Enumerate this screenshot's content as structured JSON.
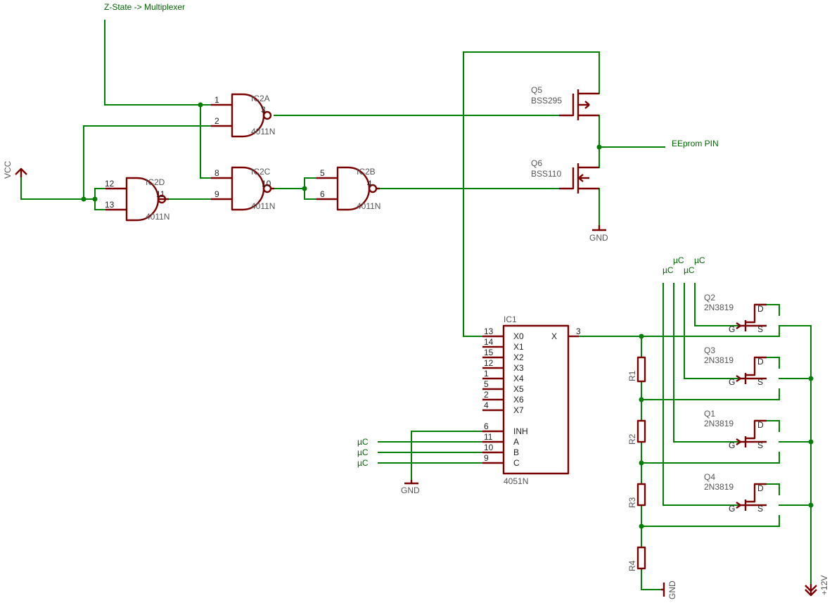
{
  "colors": {
    "wire": "#008000",
    "component": "#7a0000",
    "name": "#555555",
    "pin": "#222222",
    "background": "#ffffff"
  },
  "nets": {
    "z_state": "Z-State -> Multiplexer",
    "vcc": "VCC",
    "eeprom": "EEprom PIN",
    "gnd": "GND",
    "v12": "+12V",
    "uc": "µC"
  },
  "gates": [
    {
      "name": "IC2A",
      "value": "4011N",
      "pin_a": "1",
      "pin_b": "2",
      "pin_out": "3"
    },
    {
      "name": "IC2B",
      "value": "4011N",
      "pin_a": "5",
      "pin_b": "6",
      "pin_out": "4"
    },
    {
      "name": "IC2C",
      "value": "4011N",
      "pin_a": "8",
      "pin_b": "9",
      "pin_out": "10"
    },
    {
      "name": "IC2D",
      "value": "4011N",
      "pin_a": "12",
      "pin_b": "13",
      "pin_out": "11"
    }
  ],
  "mosfets": [
    {
      "name": "Q5",
      "value": "BSS295"
    },
    {
      "name": "Q6",
      "value": "BSS110"
    }
  ],
  "mux": {
    "name": "IC1",
    "value": "4051N",
    "pins": [
      {
        "num": "13",
        "label": "X0"
      },
      {
        "num": "14",
        "label": "X1"
      },
      {
        "num": "15",
        "label": "X2"
      },
      {
        "num": "12",
        "label": "X3"
      },
      {
        "num": "1",
        "label": "X4"
      },
      {
        "num": "5",
        "label": "X5"
      },
      {
        "num": "2",
        "label": "X6"
      },
      {
        "num": "4",
        "label": "X7"
      },
      {
        "num": "6",
        "label": "INH"
      },
      {
        "num": "11",
        "label": "A"
      },
      {
        "num": "10",
        "label": "B"
      },
      {
        "num": "9",
        "label": "C"
      }
    ],
    "out_label": "X",
    "out_num": "3"
  },
  "jfets": [
    {
      "name": "Q2",
      "value": "2N3819"
    },
    {
      "name": "Q3",
      "value": "2N3819"
    },
    {
      "name": "Q1",
      "value": "2N3819"
    },
    {
      "name": "Q4",
      "value": "2N3819"
    }
  ],
  "jfet_pins": {
    "d": "D",
    "g": "G",
    "s": "S"
  },
  "resistors": [
    "R1",
    "R2",
    "R3",
    "R4"
  ]
}
